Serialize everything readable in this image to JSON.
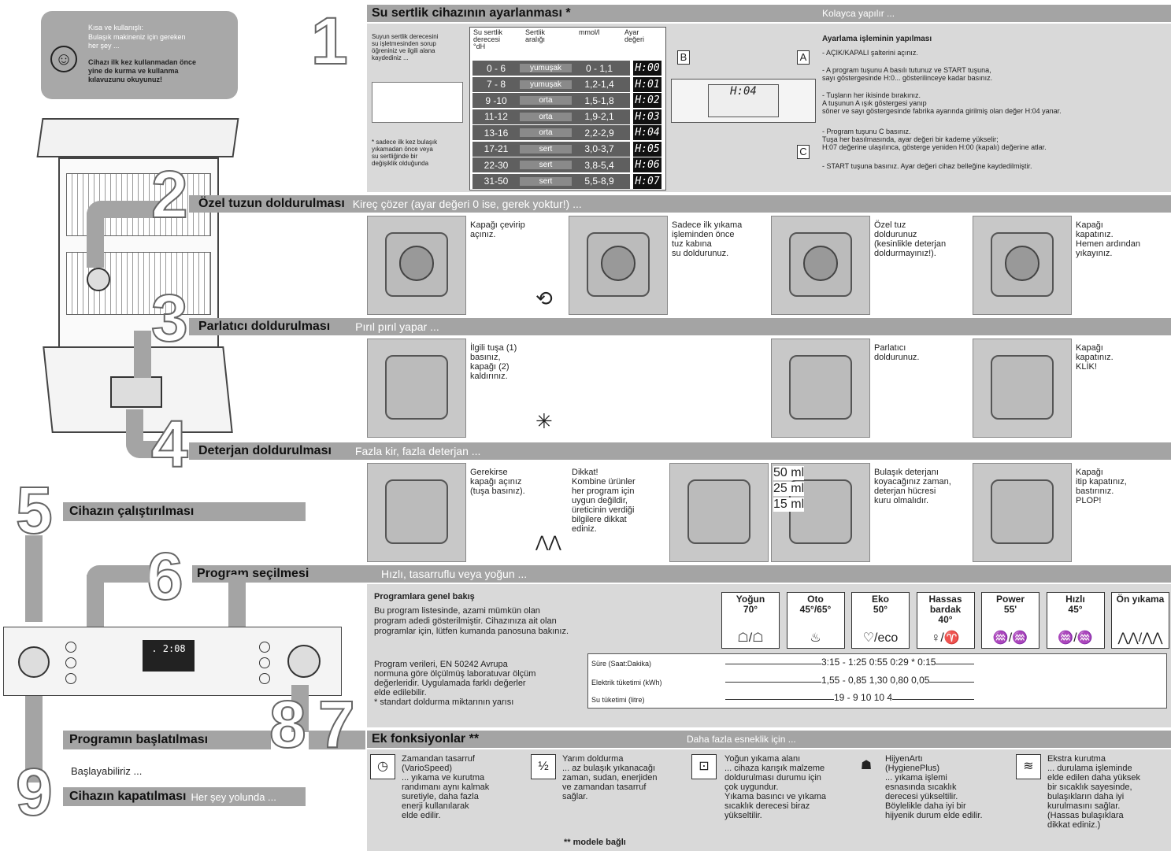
{
  "tip_box": {
    "line1": "Kısa ve kullanışlı:",
    "line2": "Bulaşık makineniz için gereken\nher şey ...",
    "line3": "Cihazı ilk kez kullanmadan önce\nyine de kurma ve kullanma\nkılavuzunu okuyunuz!"
  },
  "steps": {
    "s1": "1",
    "s2": "2",
    "s3": "3",
    "s4": "4",
    "s5": "5",
    "s6": "6",
    "s7": "7",
    "s8": "8",
    "s9": "9"
  },
  "section1": {
    "title": "Su sertlik cihazının ayarlanması *",
    "right": "Kolayca yapılır ...",
    "intro": "Suyun sertlik derecesini\nsu işletmesinden sorup\nöğreniniz ve ilgili alana\nkaydediniz ...",
    "footnote": "* sadece ilk kez bulaşık\nyıkamadan önce veya\nsu sertliğinde bir\ndeğişiklik olduğunda",
    "headers": [
      "Su sertlik\nderecesi\n°dH",
      "Sertlik\naralığı",
      "mmol/l",
      "Ayar\ndeğeri"
    ],
    "rows": [
      [
        "0 - 6",
        "yumuşak",
        "0 - 1,1",
        "H:00"
      ],
      [
        "7 - 8",
        "yumuşak",
        "1,2-1,4",
        "H:01"
      ],
      [
        "9 -10",
        "orta",
        "1,5-1,8",
        "H:02"
      ],
      [
        "11-12",
        "orta",
        "1,9-2,1",
        "H:03"
      ],
      [
        "13-16",
        "orta",
        "2,2-2,9",
        "H:04"
      ],
      [
        "17-21",
        "sert",
        "3,0-3,7",
        "H:05"
      ],
      [
        "22-30",
        "sert",
        "3,8-5,4",
        "H:06"
      ],
      [
        "31-50",
        "sert",
        "5,5-8,9",
        "H:07"
      ]
    ],
    "label_a": "A",
    "label_b": "B",
    "label_c": "C",
    "display": "H:04",
    "proc_title": "Ayarlama işleminin yapılması",
    "proc": [
      "- AÇIK/KAPALI şalterini açınız.",
      "- A program tuşunu A basılı tutunuz ve START tuşuna,\n  sayı göstergesinde H:0... gösterilinceye kadar basınız.",
      "- Tuşların her ikisinde bırakınız.\n  A tuşunun A ışık göstergesi yanıp\n  söner ve sayı göstergesinde fabrika ayarında girilmiş olan değer H:04 yanar.",
      "- Program tuşunu C basınız.\n  Tuşa her basılmasında, ayar değeri bir kademe yükselir;\n  H:07 değerine ulaşılınca, gösterge yeniden H:00 (kapalı) değerine atlar.",
      "- START tuşuna basınız. Ayar değeri cihaz belleğine kaydedilmiştir."
    ]
  },
  "section2": {
    "title": "Özel tuzun doldurulması",
    "sub": "Kireç çözer (ayar değeri 0 ise, gerek yoktur!) ...",
    "c1": "Kapağı çevirip\naçınız.",
    "c2": "Sadece ilk yıkama\nişleminden önce\ntuz kabına\nsu doldurunuz.",
    "c3": "Özel tuz\ndoldurunuz\n(kesinlikle deterjan\ndoldurmayınız!).",
    "c4": "Kapağı\nkapatınız.\nHemen ardından\nyıkayınız."
  },
  "section3": {
    "title": "Parlatıcı doldurulması",
    "sub": "Pırıl pırıl yapar ...",
    "c1": "İlgili tuşa (1)\nbasınız,\nkapağı (2)\nkaldırınız.",
    "c3": "Parlatıcı\ndoldurunuz.",
    "c4": "Kapağı\nkapatınız.\nKLİK!"
  },
  "section4": {
    "title": "Deterjan doldurulması",
    "sub": "Fazla kir, fazla deterjan ...",
    "c1": "Gerekirse\nkapağı açınız\n(tuşa basınız).",
    "c2": "Dikkat!\nKombine ürünler\nher program için\nuygun değildir,\nüreticinin verdiği\nbilgilere dikkat\nediniz.",
    "ml": [
      "50 ml",
      "25 ml",
      "15 ml"
    ],
    "c3": "Bulaşık deterjanı\nkoyacağınız zaman,\ndeterjan hücresi\nkuru olmalıdır.",
    "c4": "Kapağı\nitip kapatınız,\nbastırınız.\nPLOP!"
  },
  "left": {
    "s5": "Cihazın çalıştırılması",
    "s6": "Program seçilmesi",
    "s8": "Programın başlatılması",
    "ready": "Başlayabiliriz ...",
    "s9": "Cihazın kapatılması",
    "s9b": "Her şey yolunda ...",
    "panel_display": ". 2:08"
  },
  "section6": {
    "sub": "Hızlı, tasarruflu veya yoğun ...",
    "ov_title": "Programlara genel bakış",
    "ov": "Bu program listesinde, azami mümkün olan\nprogram adedi gösterilmiştir. Cihazınıza ait olan\nprogramlar için, lütfen kumanda panosuna bakınız.",
    "programs": [
      {
        "n": "Yoğun\n70°",
        "i": "☖/☖"
      },
      {
        "n": "Oto\n45°/65°",
        "i": "♨"
      },
      {
        "n": "Eko\n50°",
        "i": "♡/eco"
      },
      {
        "n": "Hassas\nbardak\n40°",
        "i": "♀/♈"
      },
      {
        "n": "Power\n55'",
        "i": "♒/♒"
      },
      {
        "n": "Hızlı\n45°",
        "i": "♒/♒"
      },
      {
        "n": "Ön yıkama",
        "i": "⋀⋀/⋀⋀"
      }
    ],
    "data_text": "Program verileri, EN 50242 Avrupa\nnormuna göre ölçülmüş laboratuvar ölçüm\ndeğerleridir. Uygulamada farklı değerler\nelde edilebilir.\n* standart doldurma miktarının yarısı",
    "d_labels": [
      "Süre (Saat:Dakika)",
      "Elektrik tüketimi (kWh)",
      "Su tüketimi (litre)"
    ],
    "d_vals": [
      "3:15 - 1:25 0:55 0:29 * 0:15",
      "1,55 - 0,85 1,30 0,80 0,05",
      "19 - 9 10 10 4"
    ]
  },
  "section7": {
    "title": "Ek fonksiyonlar **",
    "right": "Daha fazla esneklik için ...",
    "footer": "** modele bağlı",
    "f1": "Zamandan tasarruf\n(VarioSpeed)\n... yıkama ve kurutma\nrandımanı aynı kalmak\nsuretiyle, daha fazla\nenerji kullanılarak\nelde edilir.",
    "f2": "Yarım doldurma\n... az bulaşık yıkanacağı\nzaman, sudan, enerjiden\nve zamandan tasarruf\nsağlar.",
    "f3": "Yoğun yıkama alanı\n... cihaza karışık malzeme\ndoldurulması durumu için\nçok uygundur.\nYıkama basıncı ve yıkama\nsıcaklık derecesi biraz\nyükseltilir.",
    "f4": "HijyenArtı\n(HygienePlus)\n... yıkama işlemi\nesnasında sıcaklık\nderecesi yükseltilir.\nBöylelikle daha iyi bir\nhijyenik durum elde edilir.",
    "f5": "Ekstra kurutma\n... durulama işleminde\nelde edilen daha yüksek\nbir sıcaklık sayesinde,\nbulaşıkların daha iyi\nkurulmasını sağlar.\n(Hassas bulaşıklara\ndikkat ediniz.)",
    "i1": "◷",
    "i2": "½",
    "i3": "⊡",
    "i4": "☗",
    "i5": "≋"
  },
  "colors": {
    "bar": "#a4a4a4",
    "panel": "#d9d9d9",
    "dark_row": "#5f5f5f"
  }
}
